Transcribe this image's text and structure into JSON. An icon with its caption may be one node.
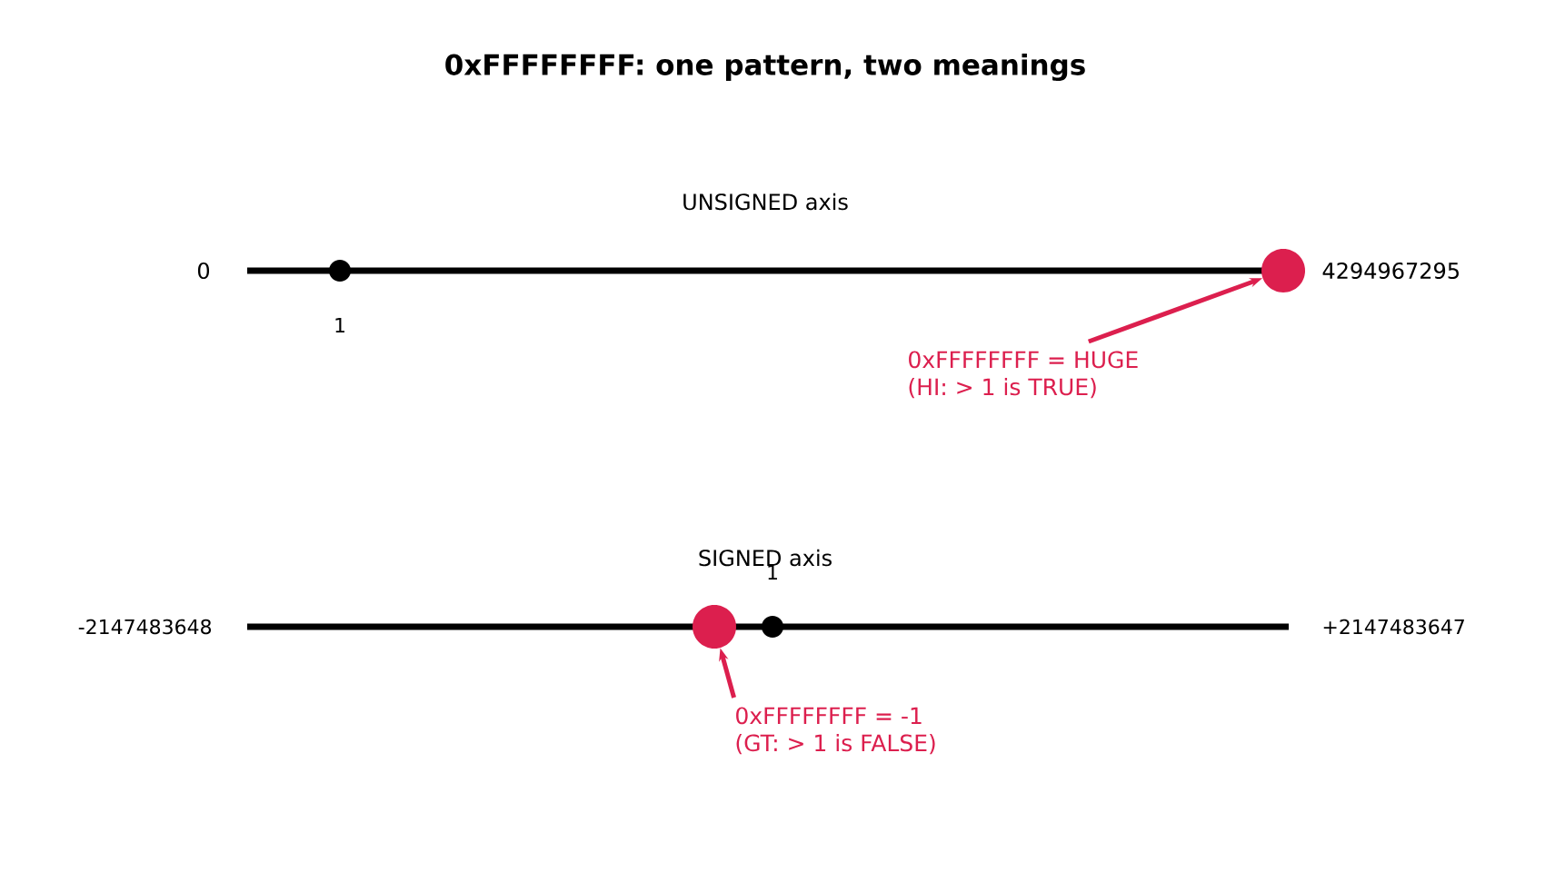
{
  "diagram": {
    "title": "0xFFFFFFFF: one pattern, two meanings",
    "nodes": [
      {
        "text": [],
        "shape": "circle"
      },
      {
        "text": [
          "0xFFFFFFFF = HUGE",
          "(HI: > 1 is TRUE)"
        ]
      },
      {
        "text": [],
        "shape": "circle"
      },
      {
        "text": [
          "0xFFFFFFFF = -1",
          "(GT: > 1 is FALSE)"
        ]
      }
    ],
    "edges": [
      {
        "from": 1,
        "to": 0,
        "arrow": "to"
      },
      {
        "from": 3,
        "to": 2,
        "arrow": "to"
      }
    ],
    "labels": [
      "UNSIGNED axis",
      "0",
      "1",
      "4294967295",
      "SIGNED axis",
      "1",
      "-2147483648",
      "+2147483647"
    ]
  }
}
